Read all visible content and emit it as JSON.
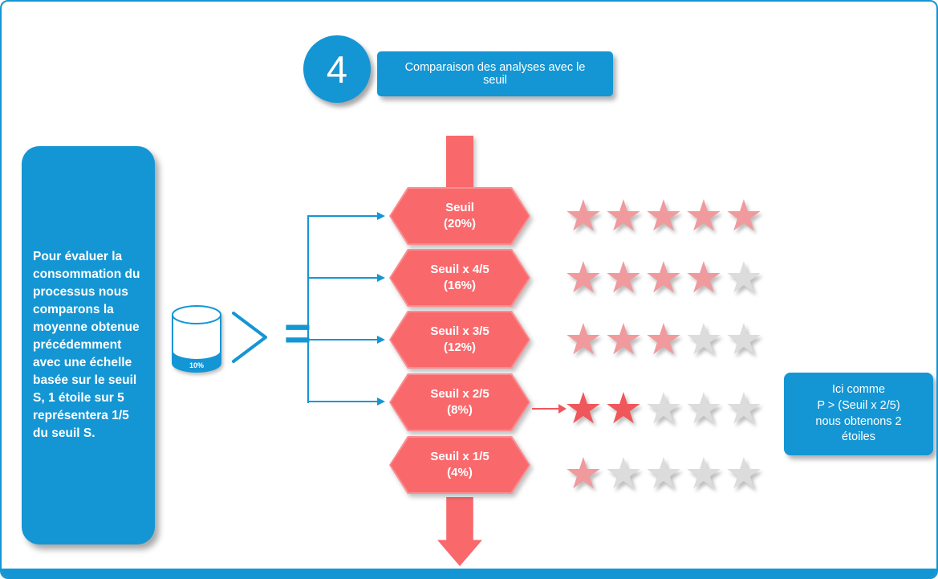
{
  "header": {
    "step_number": "4",
    "title": "Comparaison des analyses avec le seuil"
  },
  "left_panel": {
    "text": "Pour évaluer la consommation du processus nous comparons la moyenne obtenue précédemment  avec une échelle basée sur le seuil S, 1 étoile sur 5 représentera 1/5 du seuil S."
  },
  "database": {
    "fill_label": "10%"
  },
  "operators": {
    "greater_than": ">",
    "equals": "="
  },
  "scale": {
    "levels": [
      {
        "name": "Seuil",
        "percent": "(20%)"
      },
      {
        "name": "Seuil x 4/5",
        "percent": "(16%)"
      },
      {
        "name": "Seuil x 3/5",
        "percent": "(12%)"
      },
      {
        "name": "Seuil x 2/5",
        "percent": "(8%)"
      },
      {
        "name": "Seuil x 1/5",
        "percent": "(4%)"
      }
    ]
  },
  "star_ratings": [
    {
      "filled": 5,
      "total": 5,
      "emphasis": false
    },
    {
      "filled": 4,
      "total": 5,
      "emphasis": false
    },
    {
      "filled": 3,
      "total": 5,
      "emphasis": false
    },
    {
      "filled": 2,
      "total": 5,
      "emphasis": true
    },
    {
      "filled": 1,
      "total": 5,
      "emphasis": false
    }
  ],
  "annotation": {
    "lines": [
      "Ici comme",
      "P > (Seuil x 2/5)",
      "nous obtenons 2",
      "étoiles"
    ]
  },
  "colors": {
    "blue": "#1496d4",
    "salmon": "#f9696c",
    "salmon_light": "#fa8e91",
    "star_faded": "#f09a9e",
    "star_strong": "#ef575b",
    "star_empty": "#dcdcdc"
  }
}
